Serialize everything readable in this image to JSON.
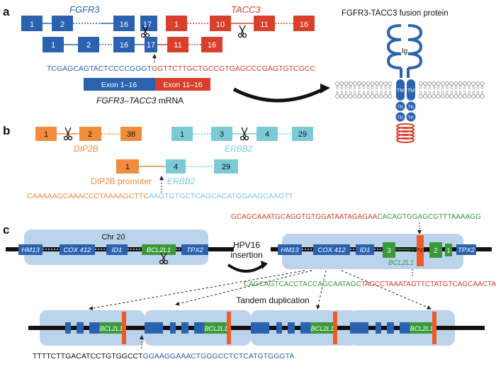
{
  "colors": {
    "blue": "#2b62b0",
    "red": "#d9402b",
    "orange": "#f08c3c",
    "teal": "#7ccad6",
    "green": "#3a9a3a",
    "lightblue": "#bcd3ec",
    "membrane": "#999999"
  },
  "panel_a": {
    "label": "a",
    "fgfr3_title": "FGFR3",
    "tacc3_title": "TACC3",
    "fgfr3_exons": [
      "1",
      "2",
      "16",
      "17"
    ],
    "tacc3_exons": [
      "1",
      "10",
      "11",
      "16"
    ],
    "fusion_exons": [
      "1",
      "2",
      "16",
      "17",
      "11",
      "16"
    ],
    "seq_blue": "TCGAGCAGTACTCCCCGGGT",
    "seq_red": "GGTTCTTGCTGCCGTGAGCCCGAGTGTCGCC",
    "mrna_left": "Exon 1–16",
    "mrna_right": "Exon 11–16",
    "mrna_title_fgfr3": "FGFR3",
    "mrna_title_tacc3": "–TACC3",
    "mrna_title_suffix": " mRNA",
    "protein_title": "FGFR3-TACC3 fusion protein",
    "ig_label": "Ig",
    "tm_label": "TM",
    "tk_label": "TK"
  },
  "panel_b": {
    "label": "b",
    "dip2b_exons": [
      "1",
      "2",
      "38"
    ],
    "dip2b_title": "DIP2B",
    "erbb2_exons": [
      "1",
      "3",
      "4",
      "29"
    ],
    "erbb2_title": "ERBB2",
    "fusion_exons": [
      "1",
      "4",
      "29"
    ],
    "fusion_title": "ERBB2",
    "promoter_label": "DIP2B promoter",
    "seq_orange": "CAAAAAGCAAACCCTAAAAGCTTC",
    "seq_teal": "AAGTGTGCTCAGCACATGGAAGCAAGTT"
  },
  "panel_c": {
    "label": "c",
    "chr_label": "Chr 20",
    "genes": [
      "HM13",
      "COX 412",
      "ID1",
      "BCL2L1",
      "TPX2"
    ],
    "insertion_label_1": "HPV16",
    "insertion_label_2": "insertion",
    "top_seq_red": "GCAGCAAATGCAGGTGTGGATAATAGAGAA",
    "top_seq_green": "CACAGTGGAGCGTTTAAAAGG",
    "exon_3": "3",
    "exon_2": "2",
    "exon_1": "1",
    "hpv_label": "HPV16",
    "bcl_label": "BCL2L1",
    "mid_seq_green": "CAGCAGTCACCTACCAGCAATAGC",
    "mid_seq_red": "TACCCTAAATAGTTCTATGTCAGCAACTA",
    "tandem_label": "Tandem duplication",
    "bottom_seq_black": "TTTTCTTGACATCCTGTGGCCT",
    "bottom_seq_blue": "GGAAGGAAACTGGGCCTCTCATGTGGGTA"
  }
}
